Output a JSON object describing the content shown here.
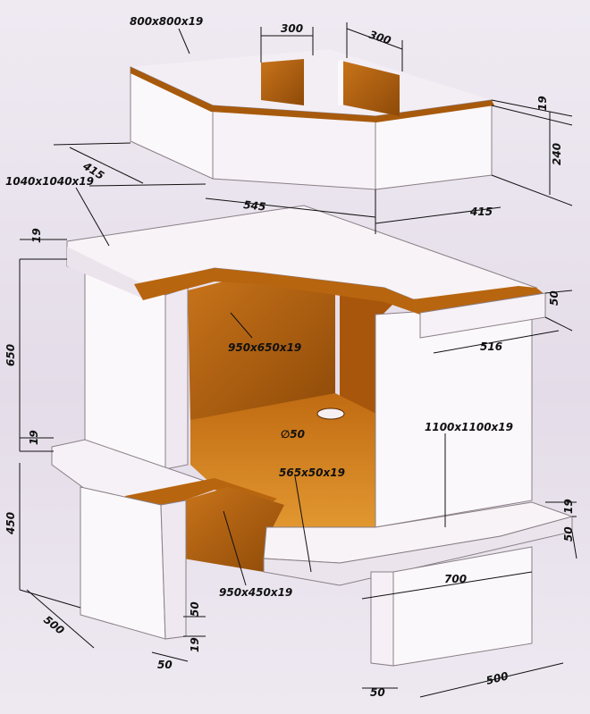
{
  "panels": {
    "top_box": "800x800x19",
    "counter_top": "1040x1040x19",
    "back_upper": "950x650x19",
    "side_right": "1100x1100x19",
    "front_bar": "565x50x19",
    "back_lower": "950x450x19"
  },
  "hole": "∅50",
  "dims": {
    "d300a": "300",
    "d300b": "300",
    "d19_top": "19",
    "d240": "240",
    "d415_left": "415",
    "d545": "545",
    "d415_right": "415",
    "d19_left_top": "19",
    "d650": "650",
    "d50_right": "50",
    "d516": "516",
    "d19_left_mid": "19",
    "d450": "450",
    "d19_right": "19",
    "d50_right_low": "50",
    "d700": "700",
    "d500_left": "500",
    "d50_leg": "50",
    "d19_leg": "19",
    "d50_bottom_left": "50",
    "d50_bottom_right": "50",
    "d500_right": "500"
  },
  "colors": {
    "white_panel": "#fbf8fb",
    "panel_shade": "#ece6ee",
    "wood": "#b8650f",
    "wood_dark": "#8a4306",
    "wood_light": "#d98a2a",
    "shadow": "#d8c9d8"
  }
}
